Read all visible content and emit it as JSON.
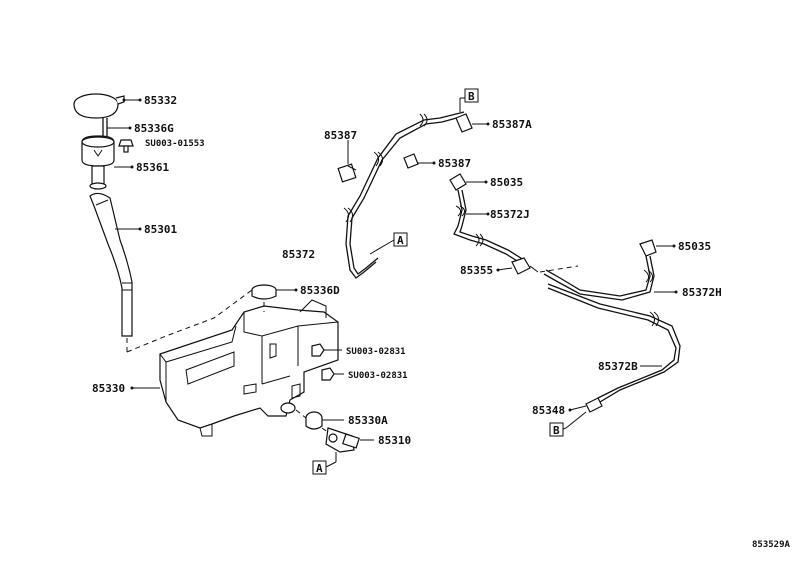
{
  "diagram_id": "853529A",
  "labels": {
    "p85332": "85332",
    "p85336G": "85336G",
    "s01553": "SU003-01553",
    "p85361": "85361",
    "p85301": "85301",
    "p85387_left": "85387",
    "p85387A": "85387A",
    "p85387_mid": "85387",
    "p85035_top": "85035",
    "p85372J": "85372J",
    "p85372": "85372",
    "p85355": "85355",
    "p85035_right": "85035",
    "p85372H": "85372H",
    "p85336D": "85336D",
    "s02831_a": "SU003-02831",
    "s02831_b": "SU003-02831",
    "p85330": "85330",
    "p85330A": "85330A",
    "p85310": "85310",
    "p85372B": "85372B",
    "p85348": "85348"
  },
  "refs": {
    "B_top": "B",
    "A_mid": "A",
    "A_bottom": "A",
    "B_bottom": "B"
  }
}
